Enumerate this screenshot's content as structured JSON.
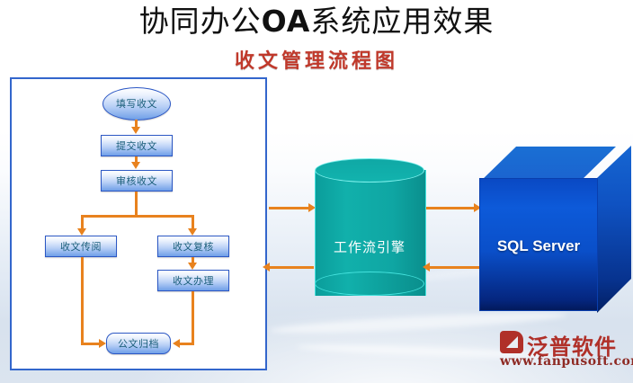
{
  "header": {
    "title_prefix": "协同办公",
    "title_em": "OA",
    "title_suffix": "系统应用效果",
    "subtitle": "收文管理流程图"
  },
  "flowchart": {
    "panel_name": "收文管理流程图",
    "nodes": [
      {
        "id": "fill",
        "label": "填写收文",
        "shape": "ellipse"
      },
      {
        "id": "submit",
        "label": "提交收文",
        "shape": "rect"
      },
      {
        "id": "review",
        "label": "审核收文",
        "shape": "rect"
      },
      {
        "id": "circulate",
        "label": "收文传阅",
        "shape": "rect"
      },
      {
        "id": "recheck",
        "label": "收文复核",
        "shape": "rect"
      },
      {
        "id": "handle",
        "label": "收文办理",
        "shape": "rect"
      },
      {
        "id": "archive",
        "label": "公文归档",
        "shape": "round-rect"
      }
    ]
  },
  "engine": {
    "label": "工作流引擎",
    "color": "#0fa8a5"
  },
  "database": {
    "label": "SQL Server",
    "color": "#0a4fc9"
  },
  "connectors": {
    "panel_to_engine": "request",
    "engine_to_panel": "response",
    "engine_to_db": "write",
    "db_to_engine": "read"
  },
  "logo": {
    "name": "泛普软件",
    "url": "www.fanpusoft.com",
    "color": "#b03029"
  }
}
